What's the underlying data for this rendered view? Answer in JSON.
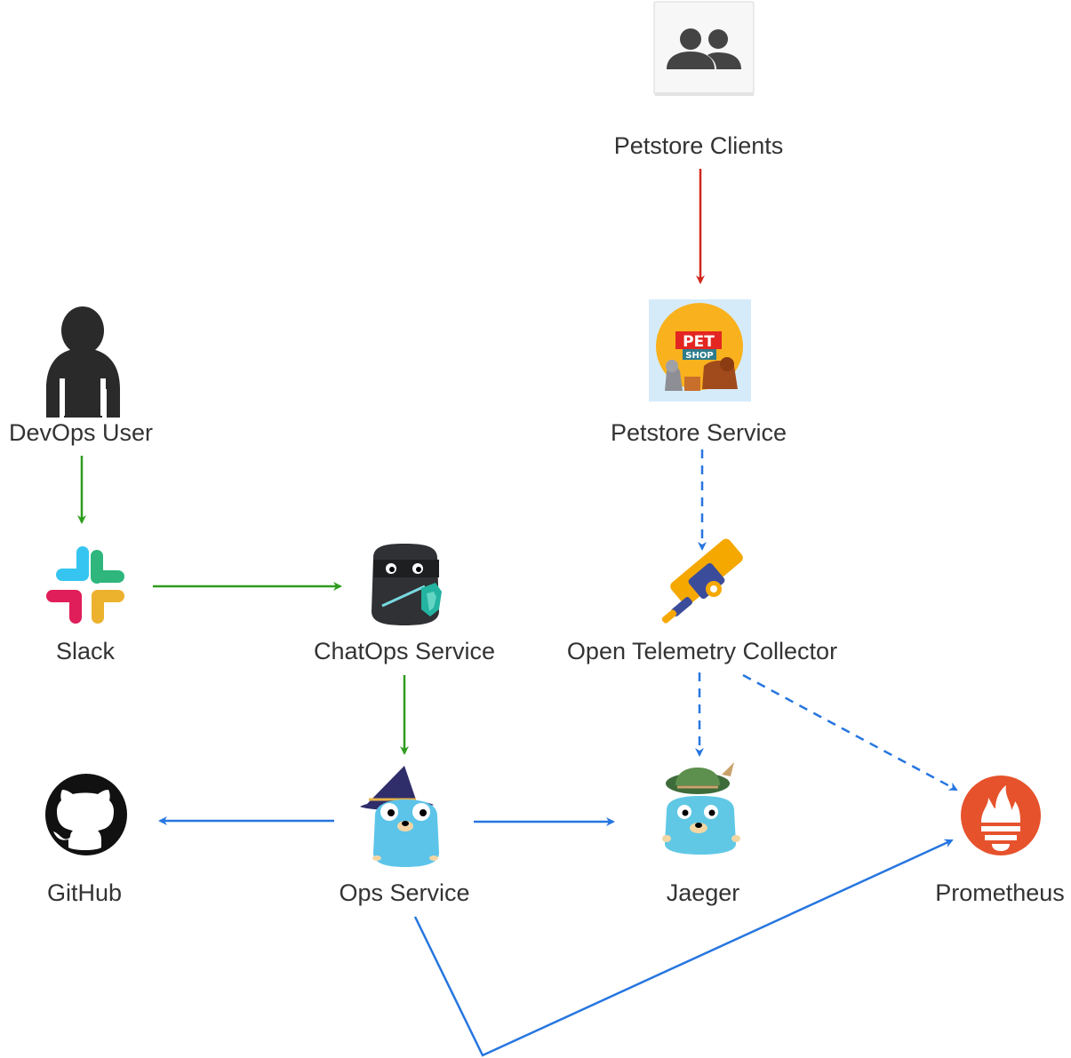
{
  "nodes": {
    "petstore_clients": {
      "label": "Petstore Clients",
      "icon": "users-group-icon"
    },
    "devops_user": {
      "label": "DevOps User",
      "icon": "person-icon"
    },
    "petstore_service": {
      "label": "Petstore Service",
      "icon": "pet-shop-logo",
      "logo_text_top": "PET",
      "logo_text_bottom": "SHOP"
    },
    "slack": {
      "label": "Slack",
      "icon": "slack-logo"
    },
    "chatops_service": {
      "label": "ChatOps Service",
      "icon": "ninja-gopher-icon"
    },
    "otel_collector": {
      "label": "Open Telemetry Collector",
      "icon": "telescope-icon"
    },
    "github": {
      "label": "GitHub",
      "icon": "github-logo"
    },
    "ops_service": {
      "label": "Ops Service",
      "icon": "wizard-gopher-icon"
    },
    "jaeger": {
      "label": "Jaeger",
      "icon": "jaeger-gopher-icon"
    },
    "prometheus": {
      "label": "Prometheus",
      "icon": "prometheus-logo"
    }
  },
  "edges": [
    {
      "from": "petstore_clients",
      "to": "petstore_service",
      "style": "solid",
      "color": "#d0291f"
    },
    {
      "from": "devops_user",
      "to": "slack",
      "style": "solid",
      "color": "#2e9c1d"
    },
    {
      "from": "slack",
      "to": "chatops_service",
      "style": "solid",
      "color": "#2e9c1d"
    },
    {
      "from": "chatops_service",
      "to": "ops_service",
      "style": "solid",
      "color": "#2e9c1d"
    },
    {
      "from": "petstore_service",
      "to": "otel_collector",
      "style": "dashed",
      "color": "#2676e0"
    },
    {
      "from": "otel_collector",
      "to": "jaeger",
      "style": "dashed",
      "color": "#2676e0"
    },
    {
      "from": "otel_collector",
      "to": "prometheus",
      "style": "dashed",
      "color": "#2676e0"
    },
    {
      "from": "ops_service",
      "to": "github",
      "style": "solid",
      "color": "#2676e0"
    },
    {
      "from": "ops_service",
      "to": "jaeger",
      "style": "solid",
      "color": "#2676e0"
    },
    {
      "from": "ops_service",
      "to": "prometheus",
      "style": "solid",
      "color": "#2676e0"
    }
  ],
  "colors": {
    "red_edge": "#d0291f",
    "green_edge": "#2e9c1d",
    "blue_edge": "#2676e0",
    "label_text": "#333333"
  }
}
